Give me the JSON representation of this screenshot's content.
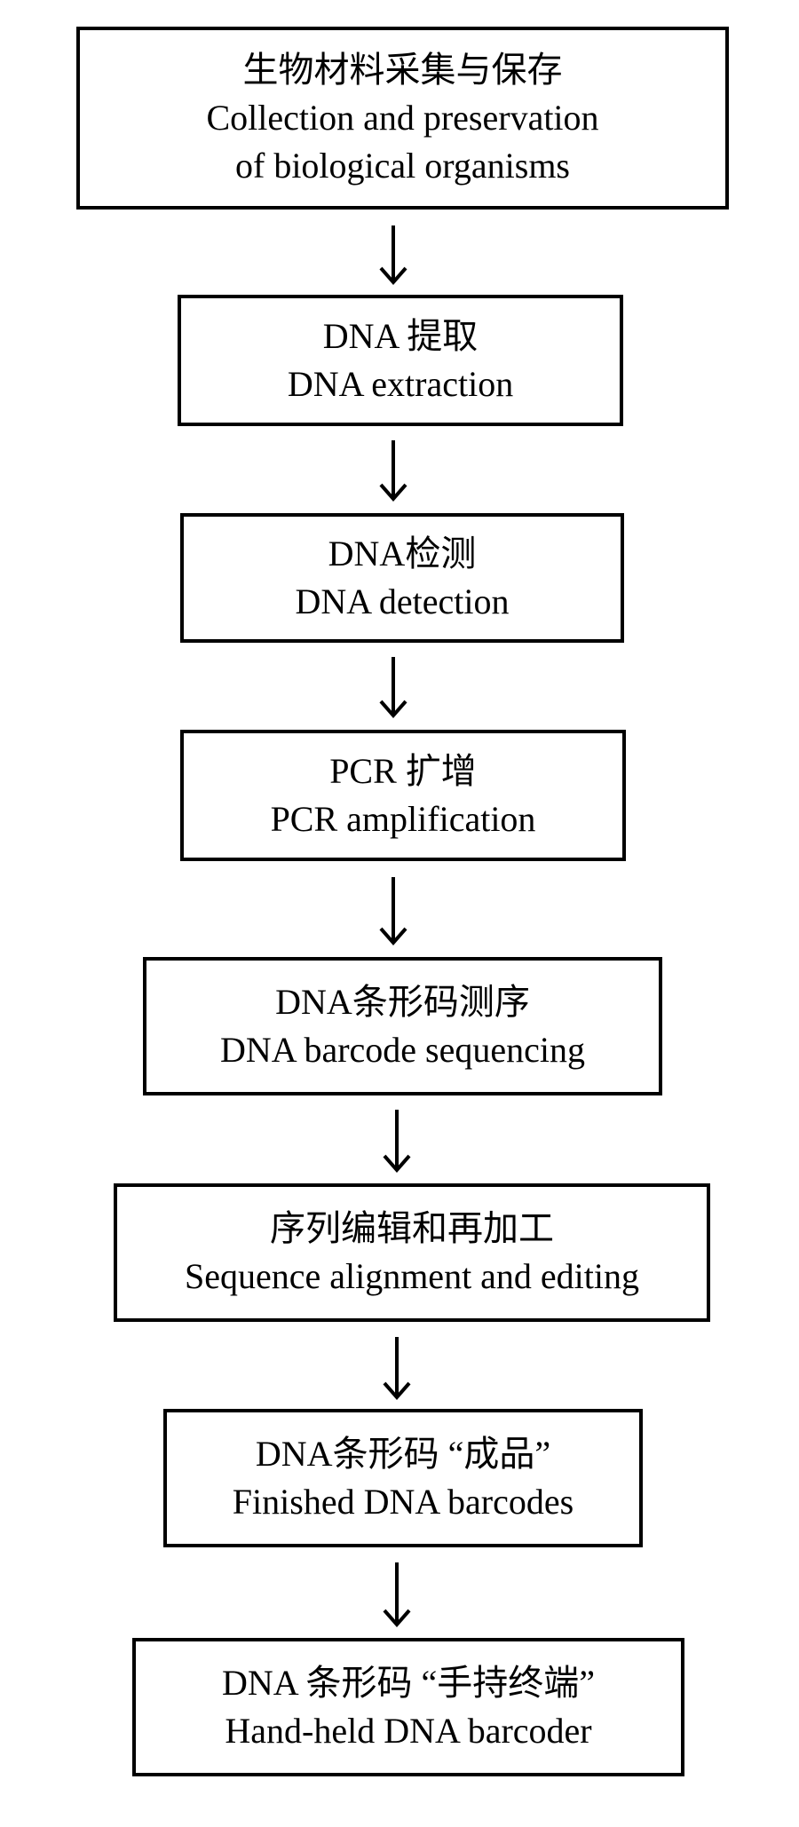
{
  "flowchart": {
    "steps": [
      {
        "lines": [
          "生物材料采集与保存",
          "Collection and preservation",
          "of biological organisms"
        ]
      },
      {
        "lines": [
          "DNA 提取",
          "DNA extraction"
        ]
      },
      {
        "lines": [
          "DNA检测",
          "DNA detection"
        ]
      },
      {
        "lines": [
          "PCR 扩增",
          "PCR amplification"
        ]
      },
      {
        "lines": [
          "DNA条形码测序",
          "DNA barcode sequencing"
        ]
      },
      {
        "lines": [
          "序列编辑和再加工",
          "Sequence alignment and editing"
        ]
      },
      {
        "lines": [
          "DNA条形码 “成品”",
          "Finished DNA barcodes"
        ]
      },
      {
        "lines": [
          "DNA 条形码 “手持终端”",
          "Hand-held DNA barcoder"
        ]
      }
    ]
  }
}
